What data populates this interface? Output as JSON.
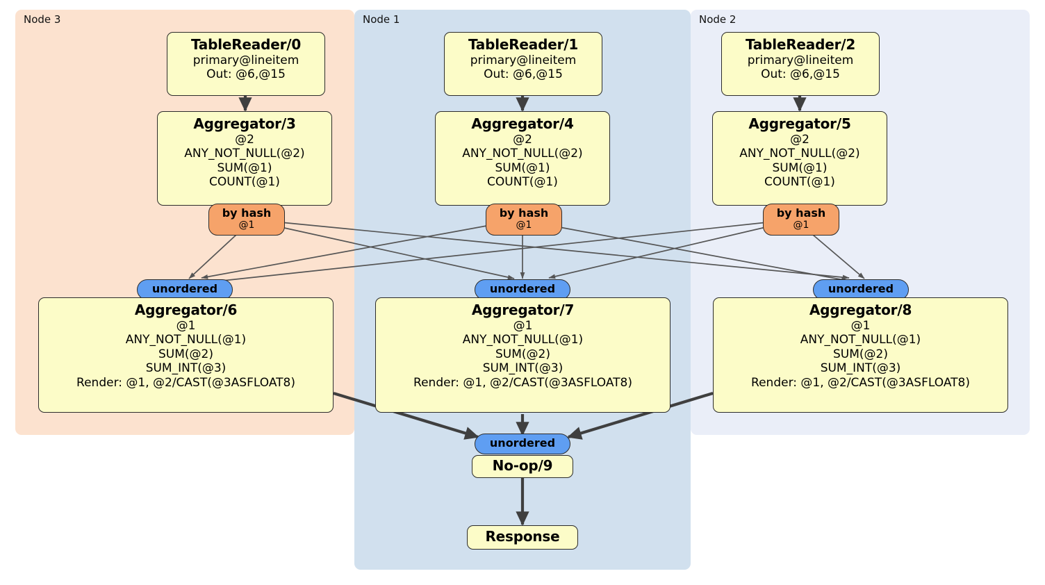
{
  "diagram": {
    "title": "distributed-query-plan",
    "colors": {
      "node3_panel": "#fce2cf",
      "node1_panel": "#d1e0ee",
      "node2_panel": "#eaeef8",
      "processor_fill": "#fcfcc8",
      "hash_router_fill": "#f6a36a",
      "unordered_router_fill": "#5f9ef2",
      "edge_stroke": "#3f3f3f",
      "thin_edge_stroke": "#555555",
      "border": "#2b2b2b"
    },
    "panels": [
      {
        "id": "node3",
        "label": "Node 3"
      },
      {
        "id": "node1",
        "label": "Node 1"
      },
      {
        "id": "node2",
        "label": "Node 2"
      }
    ],
    "processors": {
      "tablereader0": {
        "title": "TableReader/0",
        "lines": [
          "primary@lineitem",
          "Out: @6,@15"
        ]
      },
      "tablereader1": {
        "title": "TableReader/1",
        "lines": [
          "primary@lineitem",
          "Out: @6,@15"
        ]
      },
      "tablereader2": {
        "title": "TableReader/2",
        "lines": [
          "primary@lineitem",
          "Out: @6,@15"
        ]
      },
      "aggregator3": {
        "title": "Aggregator/3",
        "lines": [
          "@2",
          "ANY_NOT_NULL(@2)",
          "SUM(@1)",
          "COUNT(@1)"
        ]
      },
      "aggregator4": {
        "title": "Aggregator/4",
        "lines": [
          "@2",
          "ANY_NOT_NULL(@2)",
          "SUM(@1)",
          "COUNT(@1)"
        ]
      },
      "aggregator5": {
        "title": "Aggregator/5",
        "lines": [
          "@2",
          "ANY_NOT_NULL(@2)",
          "SUM(@1)",
          "COUNT(@1)"
        ]
      },
      "aggregator6": {
        "title": "Aggregator/6",
        "lines": [
          "@1",
          "ANY_NOT_NULL(@1)",
          "SUM(@2)",
          "SUM_INT(@3)",
          "Render: @1, @2/CAST(@3ASFLOAT8)"
        ]
      },
      "aggregator7": {
        "title": "Aggregator/7",
        "lines": [
          "@1",
          "ANY_NOT_NULL(@1)",
          "SUM(@2)",
          "SUM_INT(@3)",
          "Render: @1, @2/CAST(@3ASFLOAT8)"
        ]
      },
      "aggregator8": {
        "title": "Aggregator/8",
        "lines": [
          "@1",
          "ANY_NOT_NULL(@1)",
          "SUM(@2)",
          "SUM_INT(@3)",
          "Render: @1, @2/CAST(@3ASFLOAT8)"
        ]
      },
      "noop9": {
        "title": "No-op/9",
        "lines": []
      },
      "response": {
        "title": "Response",
        "lines": []
      }
    },
    "routers": {
      "hash3": {
        "label": "by hash",
        "sublabel": "@1"
      },
      "hash4": {
        "label": "by hash",
        "sublabel": "@1"
      },
      "hash5": {
        "label": "by hash",
        "sublabel": "@1"
      },
      "unordered6": {
        "label": "unordered",
        "sublabel": ""
      },
      "unordered7": {
        "label": "unordered",
        "sublabel": ""
      },
      "unordered8": {
        "label": "unordered",
        "sublabel": ""
      },
      "unordered9": {
        "label": "unordered",
        "sublabel": ""
      }
    }
  }
}
